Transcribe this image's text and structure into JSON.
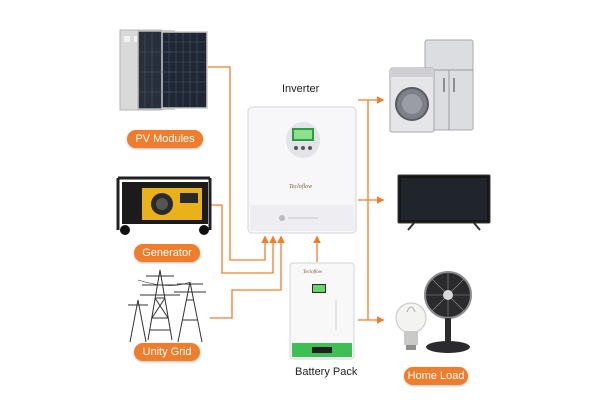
{
  "colors": {
    "arrow": "#f07d2c",
    "pill_bg": "#f07d2c",
    "pill_text": "#ffffff",
    "lcd": "#2a9c47",
    "battery_stripe": "#3dbf55"
  },
  "sources": {
    "pv": {
      "label": "PV Modules",
      "icon": "solar-panel-icon"
    },
    "generator": {
      "label": "Generator",
      "icon": "generator-icon"
    },
    "grid": {
      "label": "Unity Grid",
      "icon": "power-tower-icon"
    }
  },
  "inverter": {
    "label": "Inverter",
    "brand": "Tecloflow",
    "icon": "inverter-icon"
  },
  "battery": {
    "label": "Battery Pack",
    "brand": "Tecloflow",
    "icon": "battery-pack-icon"
  },
  "loads": {
    "label": "Home Load",
    "items": [
      {
        "icon": "refrigerator-icon"
      },
      {
        "icon": "washing-machine-icon"
      },
      {
        "icon": "television-icon"
      },
      {
        "icon": "light-bulb-icon"
      },
      {
        "icon": "fan-icon"
      }
    ]
  }
}
